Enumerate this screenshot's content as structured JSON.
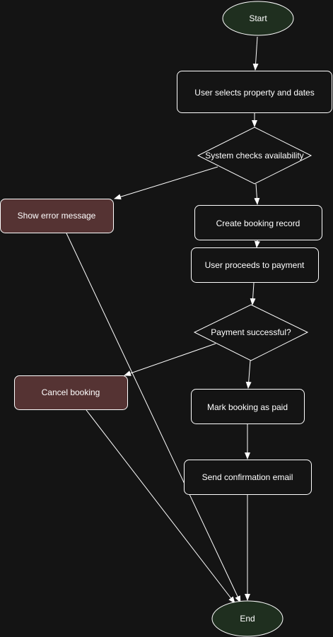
{
  "colors": {
    "background": "#141414",
    "stroke": "#ffffff",
    "terminal_fill": "#1f2f1f",
    "process_fill": "#141414",
    "error_fill": "#553333",
    "text": "#ffffff"
  },
  "nodes": {
    "start": {
      "label": "Start",
      "shape": "ellipse"
    },
    "select": {
      "label": "User selects property and dates",
      "shape": "rounded-rect"
    },
    "check": {
      "label": "System checks availability",
      "shape": "diamond"
    },
    "error": {
      "label": "Show error message",
      "shape": "rounded-rect"
    },
    "create": {
      "label": "Create booking record",
      "shape": "rounded-rect"
    },
    "proceed": {
      "label": "User proceeds to payment",
      "shape": "rounded-rect"
    },
    "payment": {
      "label": "Payment successful?",
      "shape": "diamond"
    },
    "cancel": {
      "label": "Cancel booking",
      "shape": "rounded-rect"
    },
    "paid": {
      "label": "Mark booking as paid",
      "shape": "rounded-rect"
    },
    "email": {
      "label": "Send confirmation email",
      "shape": "rounded-rect"
    },
    "end": {
      "label": "End",
      "shape": "ellipse"
    }
  },
  "edges": [
    {
      "from": "start",
      "to": "select"
    },
    {
      "from": "select",
      "to": "check"
    },
    {
      "from": "check",
      "to": "error"
    },
    {
      "from": "check",
      "to": "create"
    },
    {
      "from": "create",
      "to": "proceed"
    },
    {
      "from": "proceed",
      "to": "payment"
    },
    {
      "from": "payment",
      "to": "cancel"
    },
    {
      "from": "payment",
      "to": "paid"
    },
    {
      "from": "paid",
      "to": "email"
    },
    {
      "from": "error",
      "to": "end"
    },
    {
      "from": "cancel",
      "to": "end"
    },
    {
      "from": "email",
      "to": "end"
    }
  ]
}
